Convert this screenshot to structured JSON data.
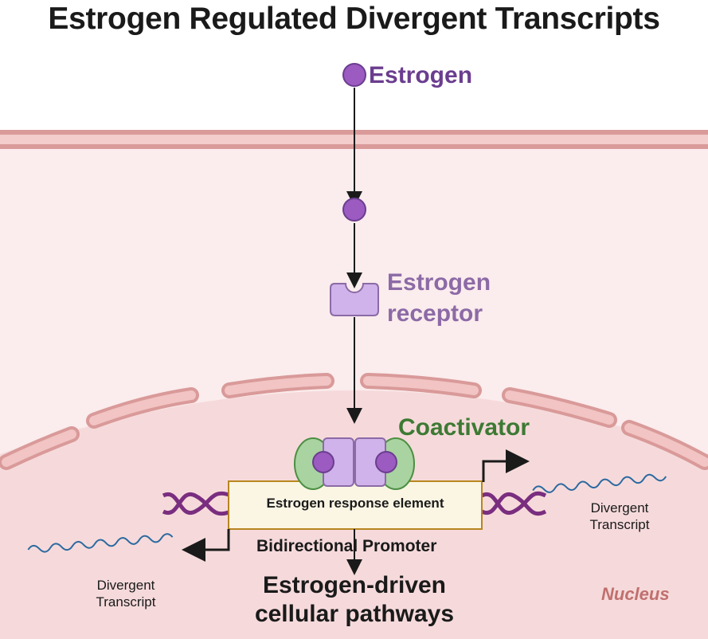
{
  "title": "Estrogen Regulated Divergent Transcripts",
  "labels": {
    "estrogen": "Estrogen",
    "receptor_line1": "Estrogen",
    "receptor_line2": "receptor",
    "coactivator": "Coactivator",
    "response_element": "Estrogen response element",
    "promoter": "Bidirectional Promoter",
    "driven_line1": "Estrogen-driven",
    "driven_line2": "cellular pathways",
    "divergent_right_line1": "Divergent",
    "divergent_right_line2": "Transcript",
    "divergent_left_line1": "Divergent",
    "divergent_left_line2": "Transcript",
    "nucleus": "Nucleus"
  },
  "colors": {
    "membrane": "#d99a99",
    "cytoplasm": "#fbeced",
    "nucleoplasm": "#f6dadb",
    "estrogen": "#9b5bc0",
    "receptor": "#cfb3ea",
    "coactivator": "#a9d3a0",
    "dna": "#7a2e7f",
    "transcript": "#2c6aa0",
    "ere_box": "#fbf6e4"
  }
}
